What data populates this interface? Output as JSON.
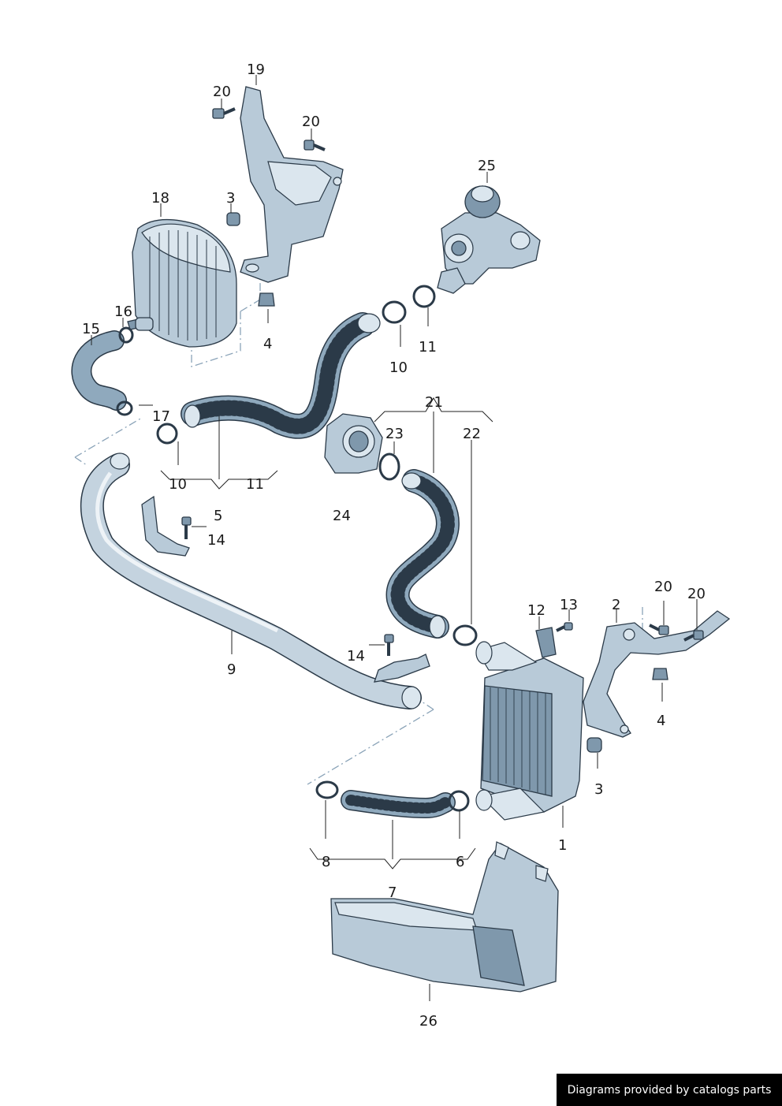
{
  "labels": {
    "l1": "1",
    "l2": "2",
    "l3a": "3",
    "l3b": "3",
    "l4a": "4",
    "l4b": "4",
    "l5": "5",
    "l6": "6",
    "l7": "7",
    "l8": "8",
    "l9": "9",
    "l10a": "10",
    "l10b": "10",
    "l11a": "11",
    "l11b": "11",
    "l12": "12",
    "l13": "13",
    "l14a": "14",
    "l14b": "14",
    "l15": "15",
    "l16": "16",
    "l17": "17",
    "l18": "18",
    "l19": "19",
    "l20a": "20",
    "l20b": "20",
    "l20c": "20",
    "l20d": "20",
    "l21": "21",
    "l22": "22",
    "l23": "23",
    "l24": "24",
    "l25": "25",
    "l26": "26"
  },
  "credit": "Diagrams provided by catalogs parts",
  "colors": {
    "part_fill": "#b8cad8",
    "part_stroke": "#2b3a48",
    "hose_fill": "#8fa9bd"
  }
}
